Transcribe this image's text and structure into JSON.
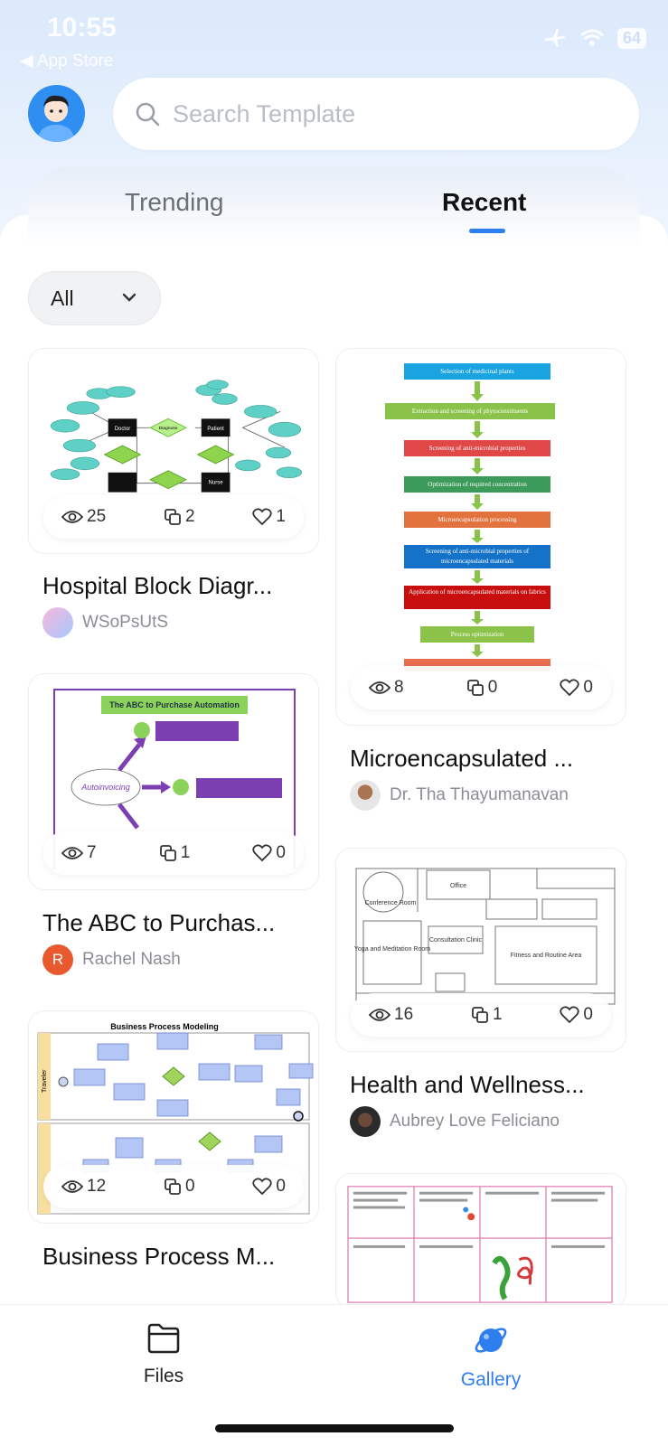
{
  "status_bar": {
    "time": "10:55",
    "back_label": "◀ App Store",
    "battery": "64"
  },
  "search": {
    "placeholder": "Search Template"
  },
  "tabs": [
    {
      "label": "Trending"
    },
    {
      "label": "Recent"
    }
  ],
  "filter": {
    "selected": "All"
  },
  "cards": [
    {
      "title": "Hospital Block Diagr...",
      "author": "WSoPsUtS",
      "views": "25",
      "copies": "2",
      "likes": "1"
    },
    {
      "title": "Microencapsulated ...",
      "author": "Dr. Tha Thayumanavan",
      "views": "8",
      "copies": "0",
      "likes": "0"
    },
    {
      "title": "The ABC to Purchas...",
      "author": "Rachel Nash",
      "author_initial": "R",
      "views": "7",
      "copies": "1",
      "likes": "0"
    },
    {
      "title": "Health and Wellness...",
      "author": "Aubrey Love Feliciano",
      "views": "16",
      "copies": "1",
      "likes": "0"
    },
    {
      "title": "Business Process M...",
      "views": "12",
      "copies": "0",
      "likes": "0"
    }
  ],
  "thumb_texts": {
    "flow_steps": [
      "Selection of medicinal plants",
      "Extraction and screening of phytoconstituents",
      "Screening of anti-microbial properties",
      "Optimization of required concentration",
      "Microencapsulation processing",
      "Screening of anti-microbial properties of microencapsulated materials",
      "Application of microencapsulated materials on fabrics",
      "Process optimization"
    ],
    "abc_title": "The ABC to Purchase Automation",
    "abc_brand": "Autoinvoicing",
    "bpm_title": "Business Process Modeling",
    "bpm_lane": "Traveler",
    "floor_office": "Office",
    "floor_conf": "Conference Room",
    "floor_yoga": "Yoga and Meditation Room",
    "floor_fitness": "Fitness and Routine Area",
    "floor_consult": "Consultation Clinic",
    "er_doctor": "Doctor",
    "er_patient": "Patient",
    "er_nurse": "Nurse",
    "er_diagnose": "Diagnose"
  },
  "nav": [
    {
      "label": "Files"
    },
    {
      "label": "Gallery"
    }
  ],
  "colors": {
    "accent": "#2f7ef0",
    "muted": "#8a8d93"
  }
}
